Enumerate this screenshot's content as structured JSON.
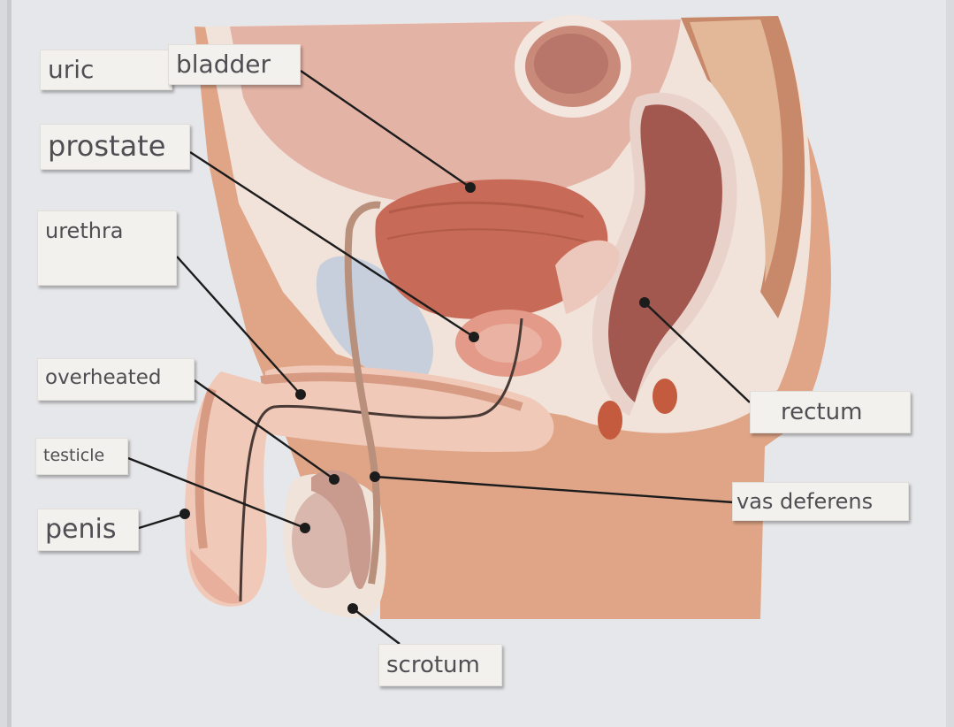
{
  "labels": {
    "uric": "uric",
    "bladder": "bladder",
    "prostate": "prostate",
    "urethra": "urethra",
    "overheated": "overheated",
    "testicle": "testicle",
    "penis": "penis",
    "rectum": "rectum",
    "vas_deferens": "vas deferens",
    "scrotum": "scrotum"
  },
  "colors": {
    "background": "#d9dade",
    "panel": "#e6e7ea",
    "label_fill": "#f3f1ee",
    "label_text": "#4f4f53",
    "skin": "#e0a587",
    "pelvic_tissue": "#edd8cd",
    "bladder": "#c86a58",
    "rectum": "#a2574f",
    "testicle": "#d9b7ad",
    "leader_line": "#1c1c1c"
  }
}
